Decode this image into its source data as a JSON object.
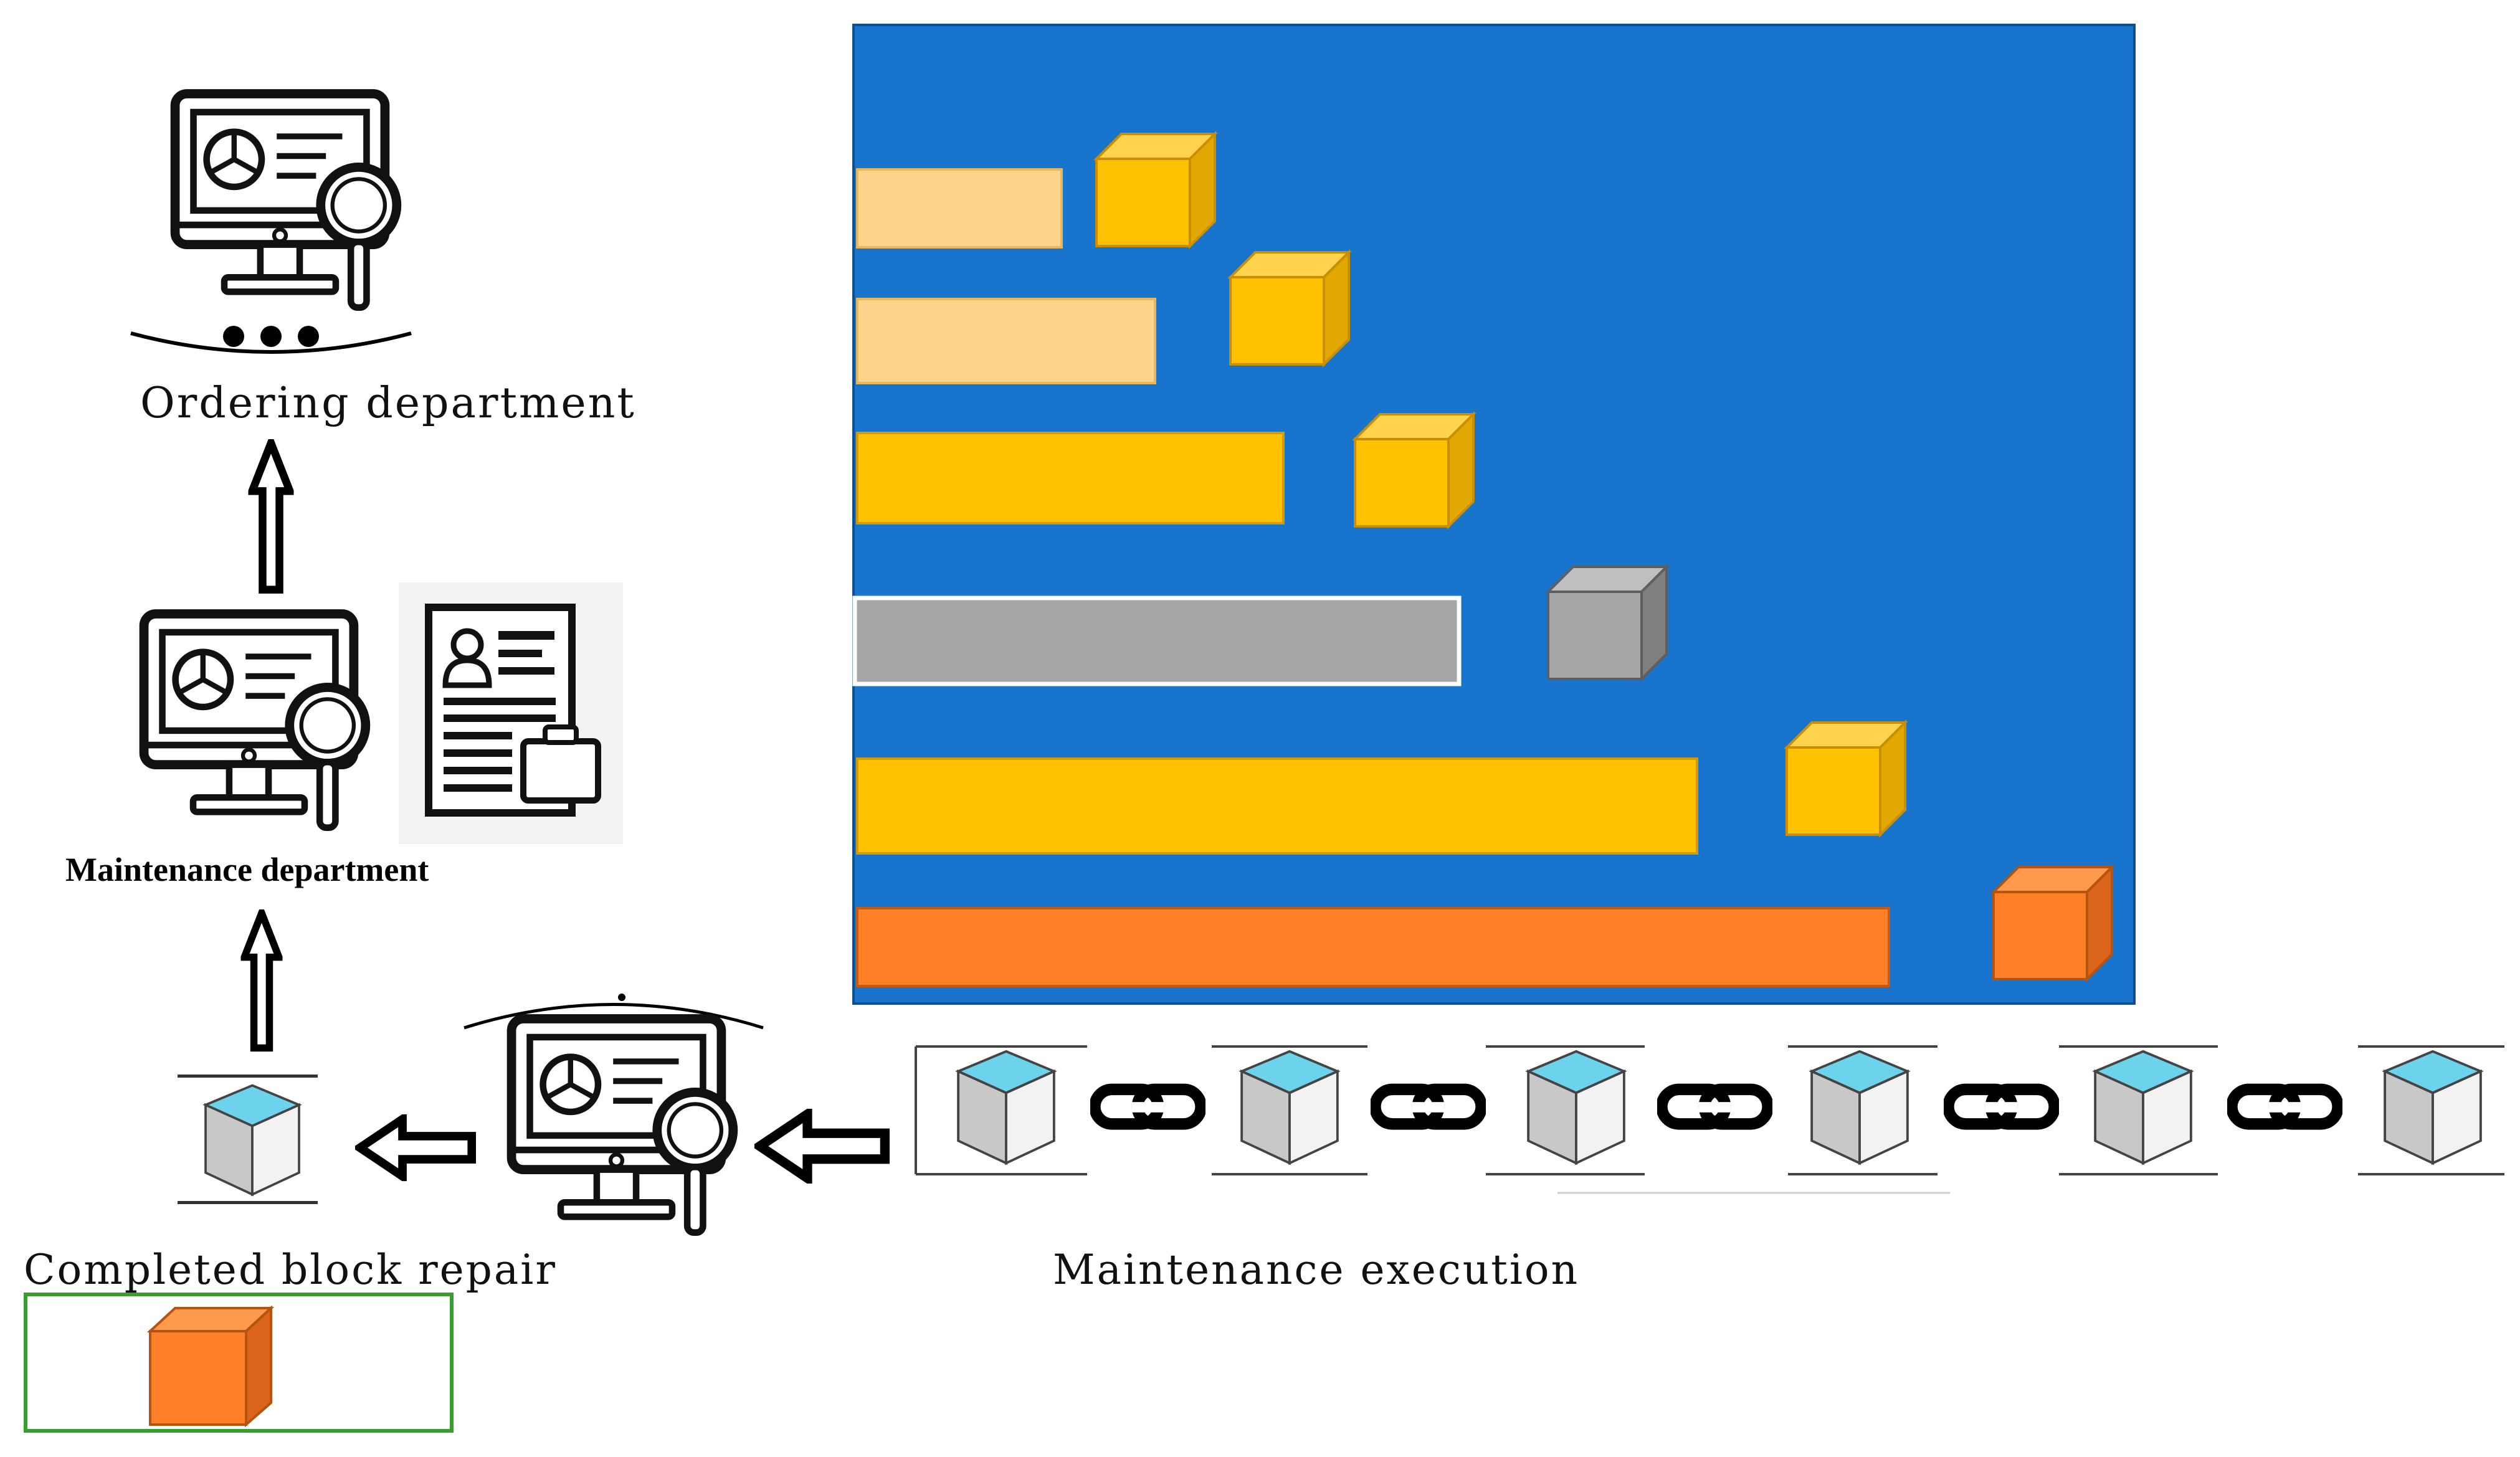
{
  "labels": {
    "ordering": "Ordering department",
    "maintenance": "Maintenance department",
    "completed": "Completed block repair",
    "execution": "Maintenance execution"
  },
  "icons": {
    "monitor": "monitor-analytics-icon",
    "resume": "resume-document-icon",
    "block": "block-cube-icon",
    "link": "chain-link-icon",
    "arrow_up": "arrow-up-icon",
    "arrow_left": "arrow-left-icon"
  },
  "colors": {
    "panel_blue": "#1874CD",
    "bar_light": "#FCD48C",
    "bar_yellow": "#FFC000",
    "bar_gray": "#A6A6A6",
    "bar_orange": "#FF7F27",
    "cube_top": "#6DD3EC",
    "cube_side": "#E6E6E6"
  },
  "schedule_rows": [
    {
      "status": "light"
    },
    {
      "status": "light"
    },
    {
      "status": "yellow"
    },
    {
      "status": "gray"
    },
    {
      "status": "yellow"
    },
    {
      "status": "orange"
    }
  ]
}
